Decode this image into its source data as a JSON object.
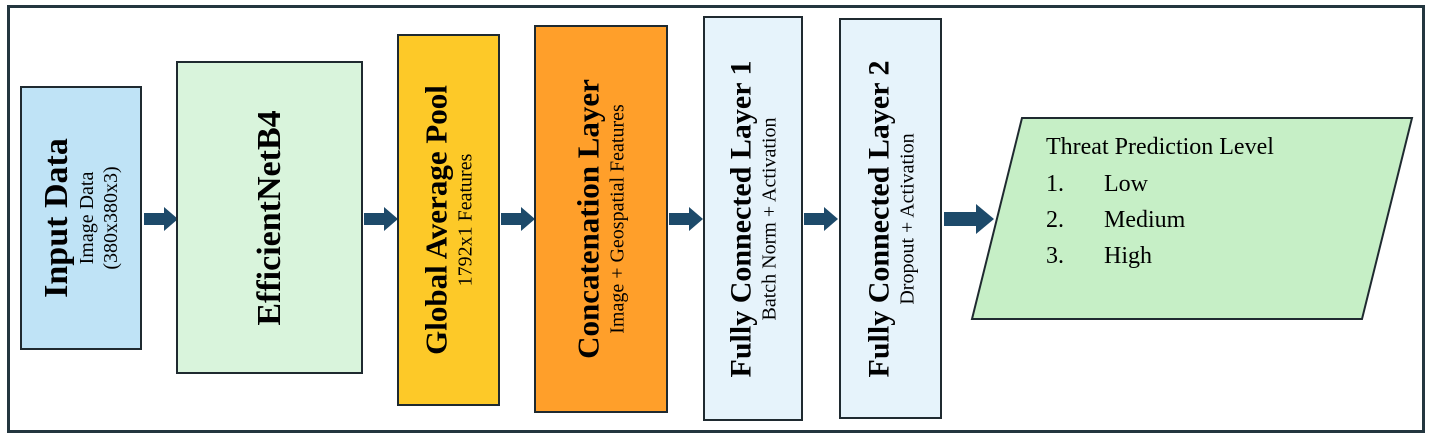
{
  "blocks": [
    {
      "title": "Input Data",
      "subtitle_lines": [
        "Image Data",
        "(380x380x3)"
      ],
      "fill": "#bfe3f6"
    },
    {
      "title": "EfficientNetB4",
      "subtitle_lines": [],
      "fill": "#d9f4dc"
    },
    {
      "title": "Global Average Pool",
      "subtitle_lines": [
        "1792x1 Features"
      ],
      "fill": "#fdc928"
    },
    {
      "title": "Concatenation Layer",
      "subtitle_lines": [
        "Image + Geospatial Features"
      ],
      "fill": "#ff9f2a"
    },
    {
      "title": "Fully Connected Layer 1",
      "subtitle_lines": [
        "Batch Norm + Activation"
      ],
      "fill": "#e6f3fb"
    },
    {
      "title": "Fully Connected Layer 2",
      "subtitle_lines": [
        "Dropout + Activation"
      ],
      "fill": "#e6f3fb"
    }
  ],
  "output": {
    "title": "Threat Prediction Level",
    "items": [
      {
        "num": "1.",
        "label": "Low"
      },
      {
        "num": "2.",
        "label": "Medium"
      },
      {
        "num": "3.",
        "label": "High"
      }
    ],
    "fill": "#c6efc6"
  },
  "colors": {
    "arrow": "#1d4a6a",
    "frame": "#23363f",
    "border": "#1f2a30"
  }
}
